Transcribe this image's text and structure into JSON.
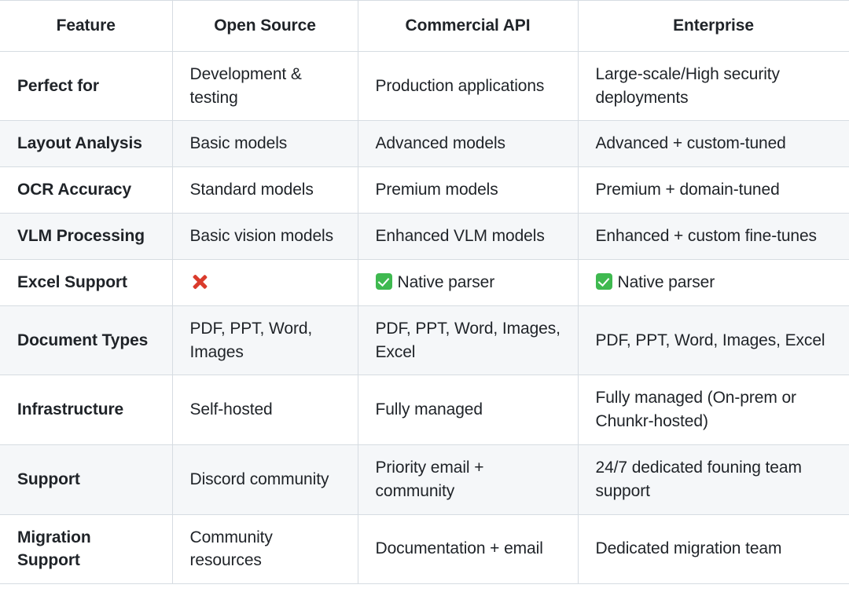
{
  "table": {
    "name": "feature-comparison-table",
    "colors": {
      "border": "#d6dce2",
      "row_alt_background": "#f5f7f9",
      "row_background": "#ffffff",
      "text": "#1f2328",
      "check_green": "#3fb950",
      "cross_red": "#da3b2c"
    },
    "headers": [
      "Feature",
      "Open Source",
      "Commercial API",
      "Enterprise"
    ],
    "rows": [
      {
        "feature": "Perfect for",
        "open_source": "Development & testing",
        "commercial_api": "Production applications",
        "enterprise": "Large-scale/High security deployments"
      },
      {
        "feature": "Layout Analysis",
        "open_source": "Basic models",
        "commercial_api": "Advanced models",
        "enterprise": "Advanced + custom-tuned"
      },
      {
        "feature": "OCR Accuracy",
        "open_source": "Standard models",
        "commercial_api": "Premium models",
        "enterprise": "Premium + domain-tuned"
      },
      {
        "feature": "VLM Processing",
        "open_source": "Basic vision models",
        "commercial_api": "Enhanced VLM models",
        "enterprise": "Enhanced + custom fine-tunes"
      },
      {
        "feature": "Excel Support",
        "open_source": "",
        "open_source_icon": "cross-mark-icon",
        "commercial_api": "Native parser",
        "commercial_api_icon": "check-mark-button-icon",
        "enterprise": "Native parser",
        "enterprise_icon": "check-mark-button-icon"
      },
      {
        "feature": "Document Types",
        "open_source": "PDF, PPT, Word, Images",
        "commercial_api": "PDF, PPT, Word, Images, Excel",
        "enterprise": "PDF, PPT, Word, Images, Excel"
      },
      {
        "feature": "Infrastructure",
        "open_source": "Self-hosted",
        "commercial_api": "Fully managed",
        "enterprise": "Fully managed (On-prem or Chunkr-hosted)"
      },
      {
        "feature": "Support",
        "open_source": "Discord community",
        "commercial_api": "Priority email + community",
        "enterprise": "24/7 dedicated founing team support"
      },
      {
        "feature": "Migration Support",
        "open_source": "Community resources",
        "commercial_api": "Documentation + email",
        "enterprise": "Dedicated migration team"
      }
    ]
  }
}
